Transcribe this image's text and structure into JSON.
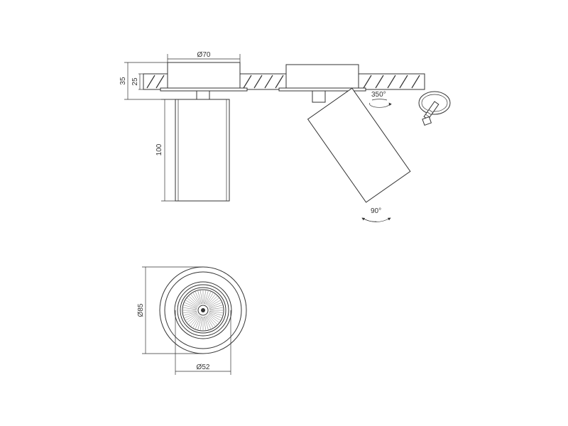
{
  "dimensions": {
    "recess_diameter": "Ø70",
    "total_height": "35",
    "ceiling_thickness": "25",
    "body_length": "100",
    "rotation_horizontal": "350°",
    "tilt_vertical": "90°",
    "outer_diameter": "Ø85",
    "body_diameter": "Ø52"
  },
  "colors": {
    "line": "#333333",
    "background": "#ffffff"
  }
}
